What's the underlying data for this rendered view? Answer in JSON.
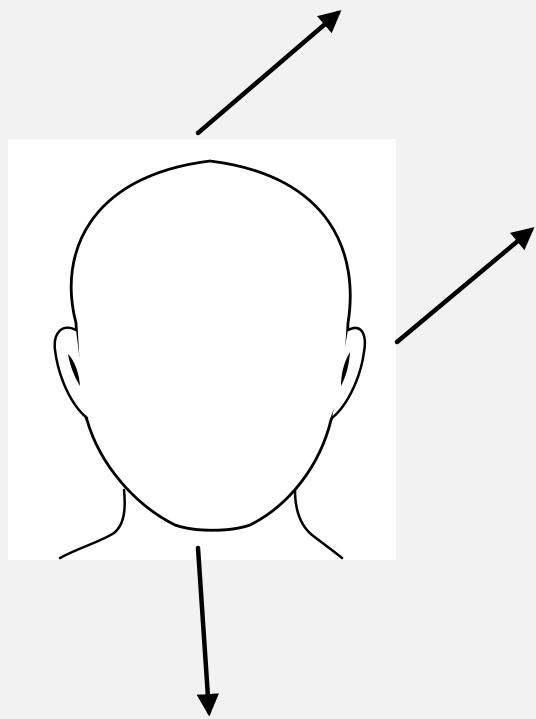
{
  "colors": {
    "background": "#f2f2f2",
    "panel": "#ffffff",
    "stroke": "#000000"
  },
  "figure": {
    "subject": "head-outline",
    "arrows": [
      {
        "name": "arrow-up-right-from-head-top",
        "direction": "up-right"
      },
      {
        "name": "arrow-up-right-from-right-ear",
        "direction": "up-right"
      },
      {
        "name": "arrow-down-from-chin",
        "direction": "down"
      }
    ]
  }
}
